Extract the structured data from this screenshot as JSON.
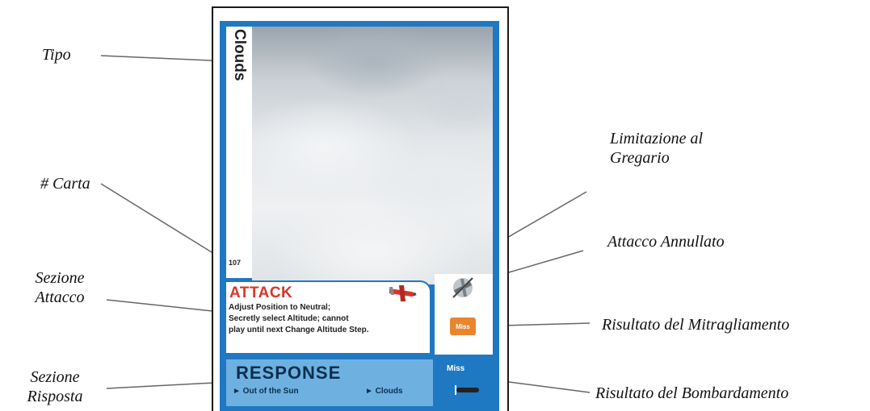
{
  "labels": {
    "tipo": "Tipo",
    "carta": "# Carta",
    "sezione_attacco_1": "Sezione",
    "sezione_attacco_2": "Attacco",
    "sezione_risposta_1": "Sezione",
    "sezione_risposta_2": "Risposta",
    "limitazione_1": "Limitazione al",
    "limitazione_2": "Gregario",
    "attacco_annullato": "Attacco Annullato",
    "mitragliamento": "Risultato del Mitragliamento",
    "bombardamento": "Risultato del Bombardamento"
  },
  "card": {
    "type": "Clouds",
    "number": "107",
    "attack_title": "ATTACK",
    "attack_text_1": "Adjust Position to Neutral;",
    "attack_text_2": "Secretly select Altitude; cannot",
    "attack_text_3": "play until next Change Altitude Step.",
    "strafe_result": "Miss",
    "response_title": "RESPONSE",
    "response_1": "► Out of the Sun",
    "response_2": "► Clouds",
    "bomb_result": "Miss"
  },
  "colors": {
    "card_blue": "#1f78c2",
    "attack_red": "#d9352b",
    "response_blue": "#6eb1e0",
    "strafe_orange": "#e8862e"
  }
}
